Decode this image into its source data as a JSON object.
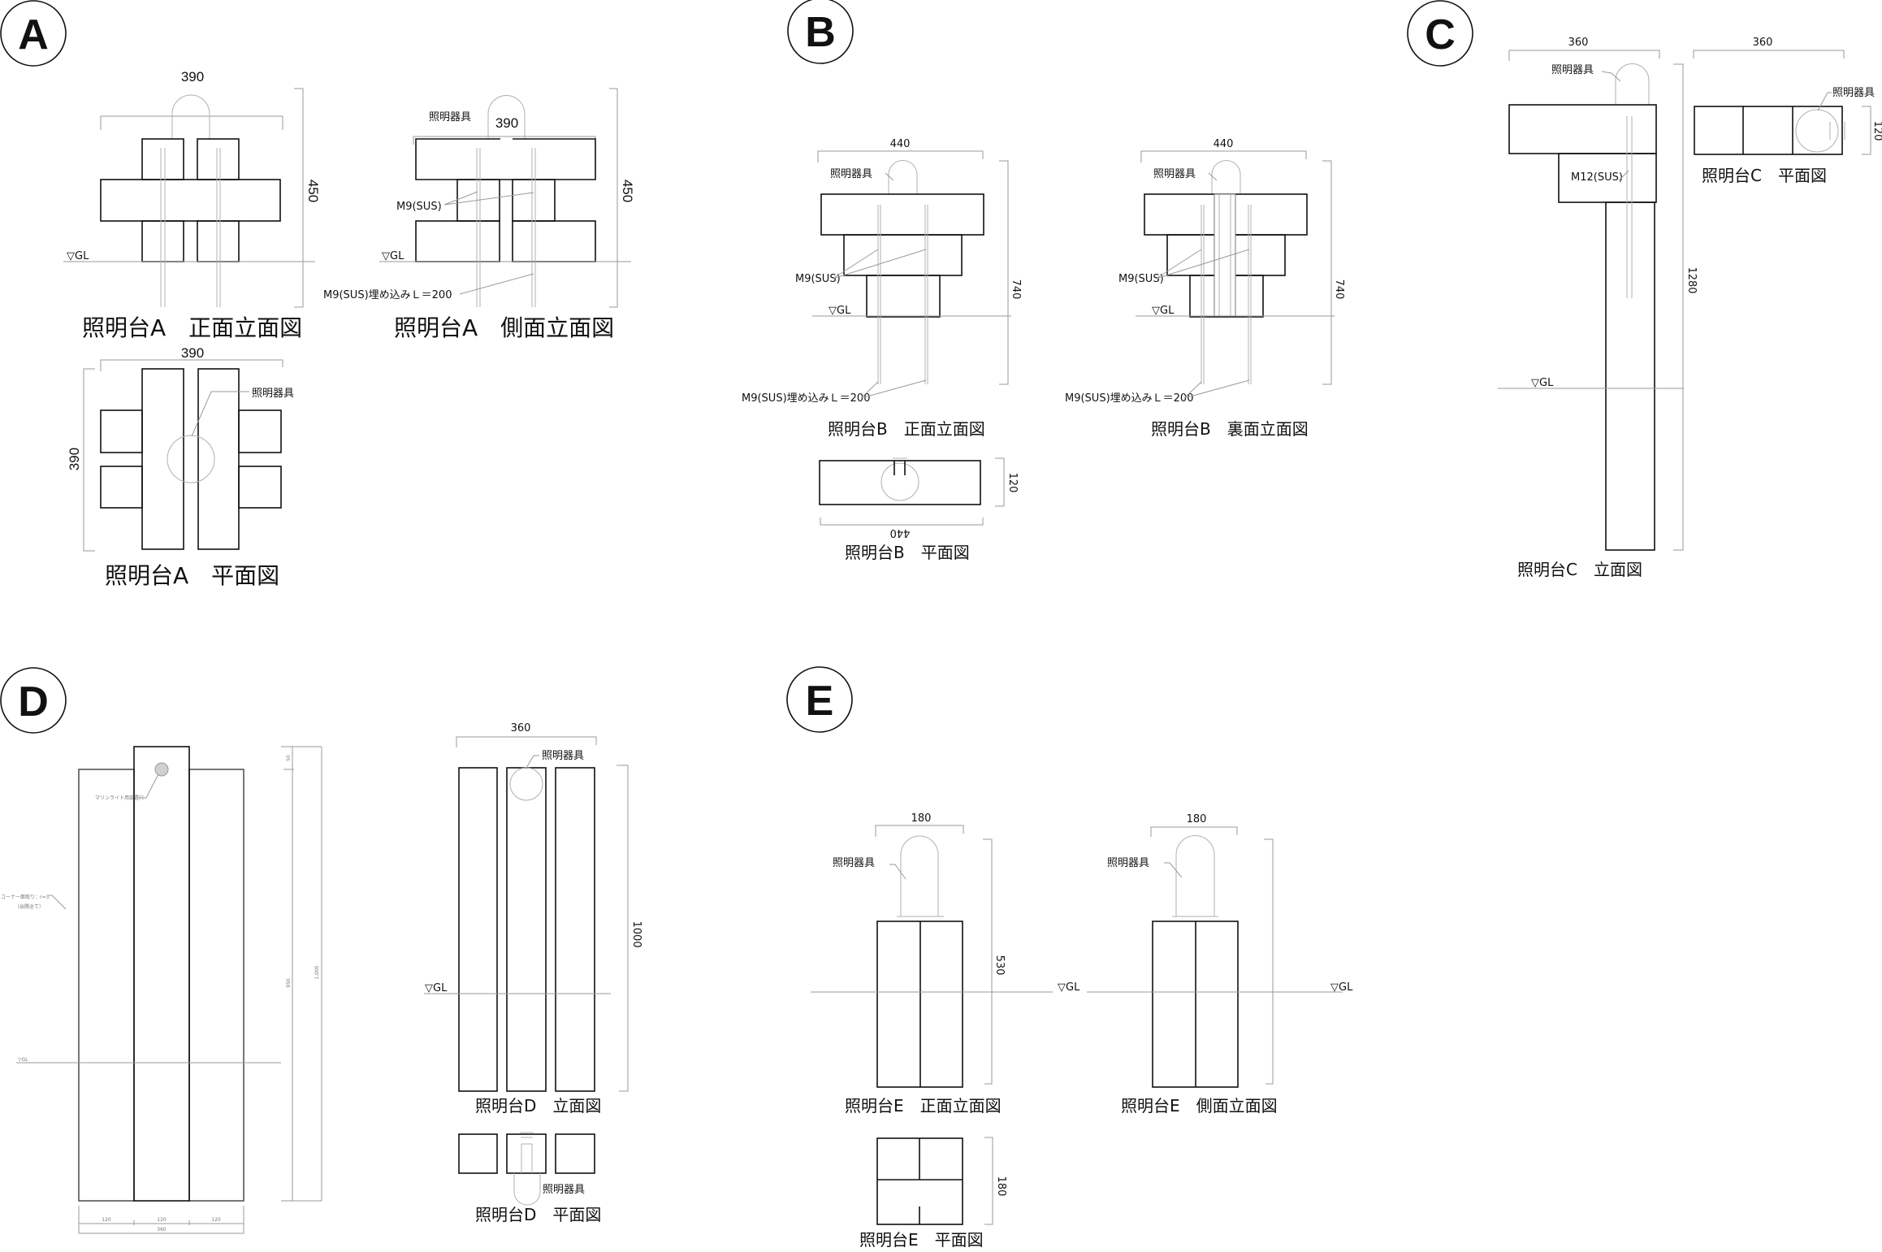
{
  "A": {
    "badge": "A",
    "front": {
      "width_dim": "390",
      "height_dim": "450",
      "gl": "▽GL",
      "title": "照明台A　正面立面図"
    },
    "side": {
      "width_dim": "390",
      "height_dim": "450",
      "fixture": "照明器具",
      "bolt": "M9(SUS)",
      "anchor": "M9(SUS)埋め込みＬ＝200",
      "gl": "▽GL",
      "title": "照明台A　側面立面図"
    },
    "plan": {
      "width_dim": "390",
      "depth_dim": "390",
      "fixture": "照明器具",
      "title": "照明台A　平面図"
    }
  },
  "B": {
    "badge": "B",
    "front": {
      "width_dim": "440",
      "height_dim": "740",
      "fixture": "照明器具",
      "bolt": "M9(SUS)",
      "anchor": "M9(SUS)埋め込みＬ＝200",
      "gl": "▽GL",
      "title": "照明台B　正面立面図"
    },
    "back": {
      "width_dim": "440",
      "height_dim": "740",
      "fixture": "照明器具",
      "bolt": "M9(SUS)",
      "anchor": "M9(SUS)埋め込みＬ＝200",
      "gl": "▽GL",
      "title": "照明台B　裏面立面図"
    },
    "plan": {
      "width_dim": "440",
      "depth_dim": "120",
      "title": "照明台B　平面図"
    }
  },
  "C": {
    "badge": "C",
    "elev": {
      "width_dim": "360",
      "height_dim": "1280",
      "fixture": "照明器具",
      "bolt": "M12(SUS)",
      "gl": "▽GL",
      "title": "照明台C　立面図"
    },
    "plan": {
      "width_dim": "360",
      "depth_dim": "120",
      "fixture": "照明器具",
      "title": "照明台C　平面図"
    }
  },
  "D": {
    "badge": "D",
    "detail": {
      "hole_note": "マリンライト用設置穴",
      "corner_note": "コーナー面取り：r=3",
      "corner_note2": "（出隅全て）",
      "gl": "▽GL",
      "dim_top": "50",
      "dim_mid": "950",
      "dim_total": "1,000",
      "dim_w1": "120",
      "dim_w2": "120",
      "dim_w3": "120",
      "dim_width": "360"
    },
    "elev": {
      "width_dim": "360",
      "height_dim": "1000",
      "fixture": "照明器具",
      "gl": "▽GL",
      "title": "照明台D　立面図"
    },
    "plan": {
      "fixture": "照明器具",
      "title": "照明台D　平面図"
    }
  },
  "E": {
    "badge": "E",
    "front": {
      "width_dim": "180",
      "height_dim": "530",
      "fixture": "照明器具",
      "gl": "▽GL",
      "title": "照明台E　正面立面図"
    },
    "side": {
      "width_dim": "180",
      "fixture": "照明器具",
      "gl": "▽GL",
      "title": "照明台E　側面立面図"
    },
    "plan": {
      "depth_dim": "180",
      "title": "照明台E　平面図"
    }
  }
}
